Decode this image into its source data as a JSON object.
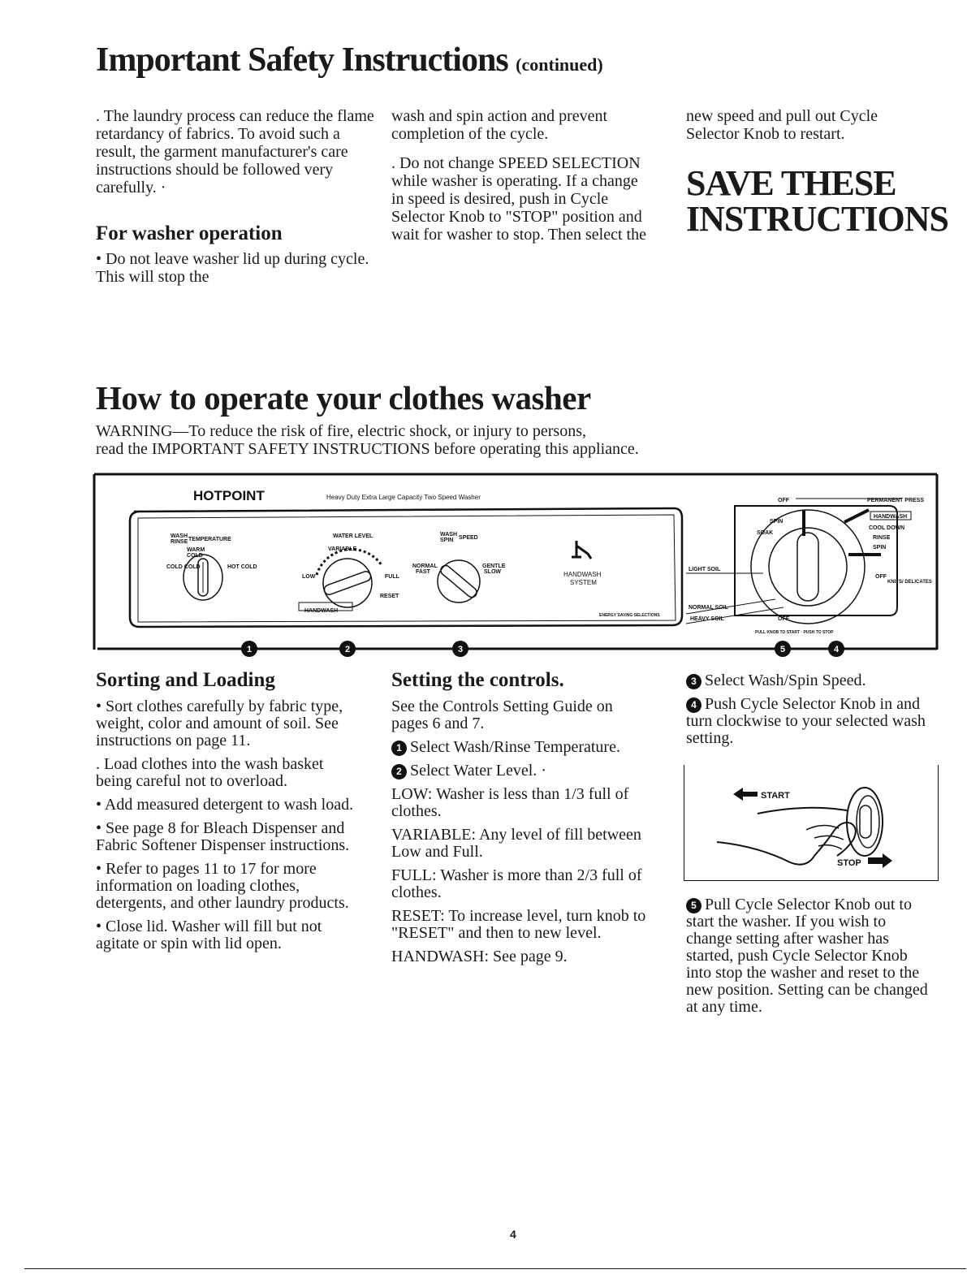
{
  "header": {
    "title": "Important Safety Instructions",
    "continued": "(continued)"
  },
  "safety": {
    "col1": {
      "p1": ". The laundry process can reduce the flame retardancy of fabrics. To avoid such a result, the garment manufacturer's care instructions should be followed very carefully. ·",
      "heading": "For washer operation",
      "p2": "• Do not leave washer lid up during cycle. This will stop the"
    },
    "col2": {
      "p1": "wash and spin action and prevent completion of the cycle.",
      "p2": ". Do not change SPEED SELECTION while washer is operating. If a change in speed is desired, push in Cycle Selector Knob to \"STOP\" position and wait for washer to stop. Then select the"
    },
    "col3": {
      "p1": "new speed and pull out Cycle Selector Knob to restart.",
      "save_line1": "SAVE THESE",
      "save_line2": "INSTRUCTIONS"
    }
  },
  "operate": {
    "title": "How to operate your clothes washer",
    "warning_line1": "WARNING—To reduce the risk of fire, electric shock, or injury to persons,",
    "warning_line2": "read the IMPORTANT SAFETY INSTRUCTIONS before operating this appliance."
  },
  "panel": {
    "brand": "HOTPOINT",
    "model": "Heavy Duty Extra Large Capacity Two Speed Washer",
    "temp_label": "TEMPERATURE",
    "temp_wash": "WASH",
    "temp_rinse": "RINSE",
    "temp_warm": "WARM",
    "temp_cold": "COLD",
    "temp_cold_cold": "COLD COLD",
    "temp_hot_cold": "HOT COLD",
    "water_label": "WATER LEVEL",
    "water_variable": "VARIABLE",
    "water_low": "LOW",
    "water_full": "FULL",
    "water_reset": "RESET",
    "water_handwash": "HANDWASH",
    "speed_label": "SPEED",
    "speed_wash": "WASH",
    "speed_spin": "SPIN",
    "speed_normal": "NORMAL",
    "speed_fast": "FAST",
    "speed_gentle": "GENTLE",
    "speed_slow": "SLOW",
    "handwash_system_1": "HANDWASH",
    "handwash_system_2": "SYSTEM",
    "energy_note": "ENERGY SAVING SELECTIONS",
    "cycle_off_top": "OFF",
    "cycle_permanent_press": "PERMANENT PRESS",
    "cycle_handwash": "HANDWASH",
    "cycle_cool_down": "COOL DOWN",
    "cycle_rinse": "RINSE",
    "cycle_spin": "SPIN",
    "cycle_spin2": "SPIN",
    "cycle_soak": "SOAK",
    "cycle_off_right": "OFF",
    "cycle_knits": "KNITS/ DELICATES",
    "cycle_light_soil": "LIGHT SOIL",
    "cycle_normal_soil": "NORMAL SOIL",
    "cycle_heavy_soil": "HEAVY SOIL",
    "cycle_off_bottom": "OFF",
    "cycle_note": "PULL KNOB TO START · PUSH TO STOP",
    "callouts": [
      "1",
      "2",
      "3",
      "5",
      "4"
    ]
  },
  "sorting": {
    "heading": "Sorting and Loading",
    "items": [
      "• Sort clothes carefully by fabric type, weight, color and amount of soil. See instructions on page 11.",
      ". Load clothes into the wash basket being careful not to overload.",
      "• Add measured detergent to wash load.",
      "• See page 8 for Bleach Dispenser and Fabric Softener Dispenser instructions.",
      "• Refer to pages 11 to 17 for more information on loading clothes, detergents, and other laundry products.",
      "• Close lid. Washer will fill but not agitate or spin with lid open."
    ]
  },
  "controls": {
    "heading": "Setting the controls.",
    "intro": "See the Controls Setting Guide on pages 6 and 7.",
    "step1_num": "1",
    "step1": "Select Wash/Rinse Temperature.",
    "step2_num": "2",
    "step2": "Select Water Level. ·",
    "low": "LOW: Washer is less than 1/3 full of clothes.",
    "variable": "VARIABLE: Any level of fill between Low and Full.",
    "full": "FULL: Washer is more than 2/3 full of clothes.",
    "reset": "RESET: To increase level, turn knob to \"RESET\" and then to new level.",
    "handwash": "HANDWASH: See page 9."
  },
  "steps_right": {
    "step3_num": "3",
    "step3": "Select Wash/Spin Speed.",
    "step4_num": "4",
    "step4": "Push Cycle Selector Knob in and turn clockwise to your selected wash setting.",
    "illus_start": "START",
    "illus_stop": "STOP",
    "step5_num": "5",
    "step5": "Pull Cycle Selector Knob out to start the washer. If you wish to change setting after washer has started, push Cycle Selector Knob into stop the washer and reset to the new position. Setting can be changed at any time."
  },
  "footer": {
    "page": "4"
  }
}
